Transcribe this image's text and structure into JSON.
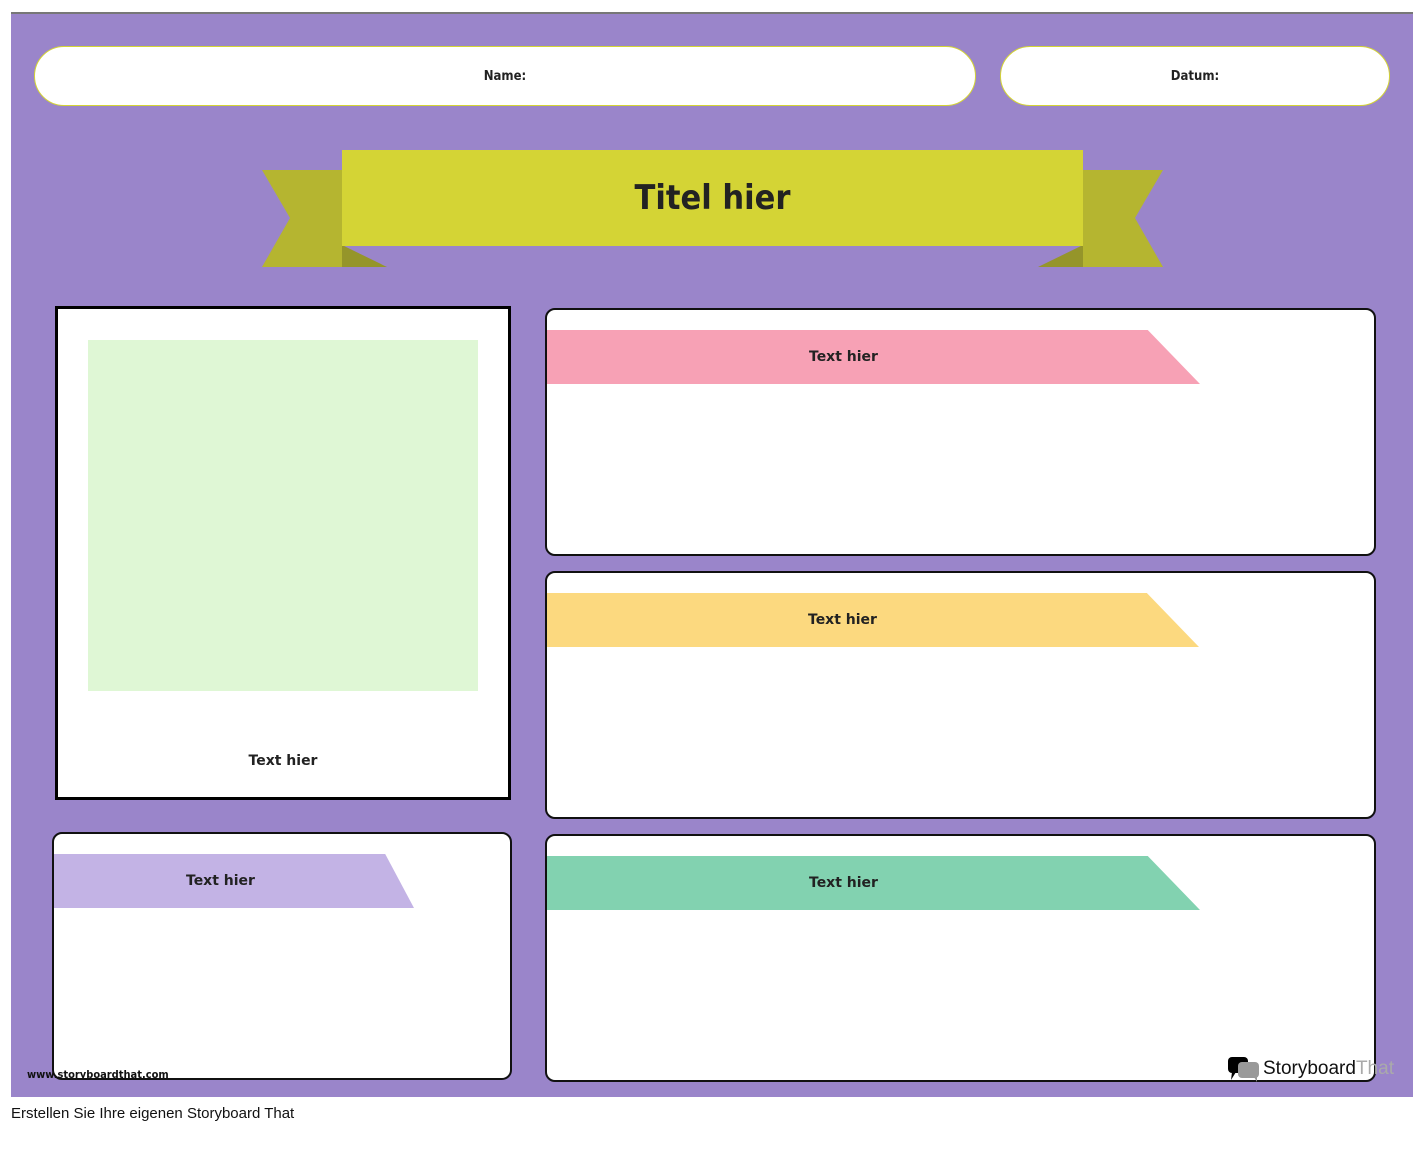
{
  "header": {
    "name_label": "Name:",
    "date_label": "Datum:"
  },
  "title": "Titel hier",
  "image_panel": {
    "caption": "Text hier"
  },
  "panels": [
    {
      "label": "Text hier",
      "color": "#f7a1b5"
    },
    {
      "label": "Text hier",
      "color": "#fcd97f"
    },
    {
      "label": "Text hier",
      "color": "#c3b3e5"
    },
    {
      "label": "Text hier",
      "color": "#82d2b0"
    }
  ],
  "footer": {
    "url": "www.storyboardthat.com",
    "logo_text_a": "Storyboard",
    "logo_text_b": "That",
    "caption": "Erstellen Sie Ihre eigenen Storyboard That"
  },
  "colors": {
    "background": "#9a85ca",
    "banner": "#d4d435",
    "banner_dark": "#b5b530",
    "image_placeholder": "#dff7d5"
  }
}
